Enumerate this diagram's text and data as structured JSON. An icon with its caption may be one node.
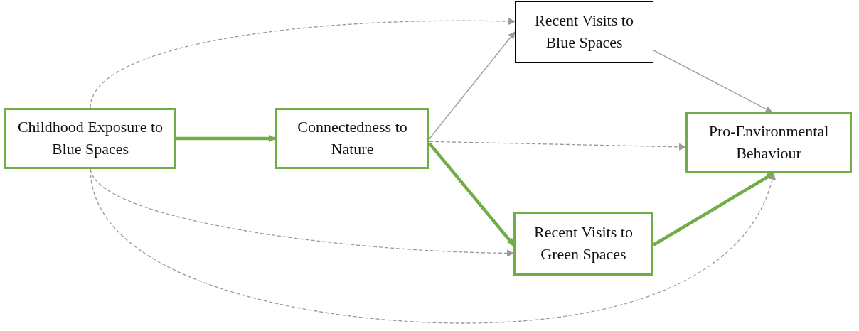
{
  "diagram": {
    "nodes": [
      {
        "text": [
          "Childhood Exposure to Blue Spaces"
        ]
      },
      {
        "text": [
          "Connectedness to Nature"
        ]
      },
      {
        "text": [
          "Recent Visits to Blue Spaces"
        ]
      },
      {
        "text": [
          "Pro-Environmental Behaviour"
        ]
      },
      {
        "text": [
          "Recent Visits to Green Spaces"
        ]
      }
    ],
    "edges": [
      {
        "from": 0,
        "to": 1,
        "arrow": "to",
        "style": "thick",
        "color": "#70ad47"
      },
      {
        "from": 1,
        "to": 2,
        "arrow": "to"
      },
      {
        "from": 2,
        "to": 3,
        "arrow": "to"
      },
      {
        "from": 1,
        "to": 3,
        "arrow": "to",
        "style": "dashed"
      },
      {
        "from": 1,
        "to": 4,
        "arrow": "to",
        "style": "thick",
        "color": "#70ad47"
      },
      {
        "from": 4,
        "to": 3,
        "arrow": "to",
        "style": "thick",
        "color": "#70ad47"
      },
      {
        "from": 0,
        "to": 2,
        "arrow": "to",
        "style": "dashed"
      },
      {
        "from": 0,
        "to": 4,
        "arrow": "to",
        "style": "dashed"
      },
      {
        "from": 0,
        "to": 3,
        "arrow": "to",
        "style": "dashed"
      }
    ]
  }
}
